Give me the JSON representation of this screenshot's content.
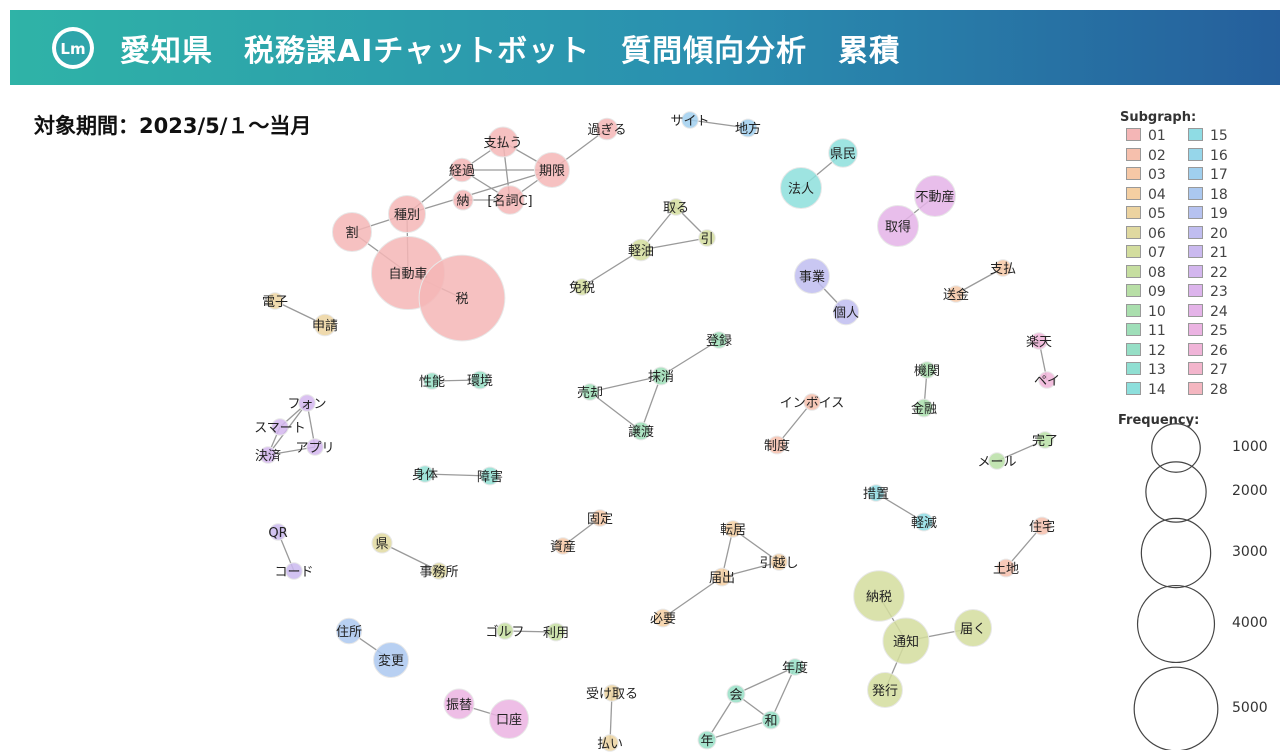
{
  "header": {
    "title": "愛知県　税務課AIチャットボット　質問傾向分析　累積",
    "logo_text": "Lm"
  },
  "period_label": "対象期間：2023/5/１～当月",
  "legend": {
    "subgraph_title": "Subgraph:",
    "subgraph_items": [
      {
        "id": "01",
        "color": "#f4b6b6"
      },
      {
        "id": "02",
        "color": "#f6c0ad"
      },
      {
        "id": "03",
        "color": "#f6c8a6"
      },
      {
        "id": "04",
        "color": "#f4cfa2"
      },
      {
        "id": "05",
        "color": "#ecd3a0"
      },
      {
        "id": "06",
        "color": "#e0d9a0"
      },
      {
        "id": "07",
        "color": "#d3dd9e"
      },
      {
        "id": "08",
        "color": "#c6dea0"
      },
      {
        "id": "09",
        "color": "#b8dfa6"
      },
      {
        "id": "10",
        "color": "#aadfae"
      },
      {
        "id": "11",
        "color": "#9fdfb9"
      },
      {
        "id": "12",
        "color": "#96dfc6"
      },
      {
        "id": "13",
        "color": "#90dfd2"
      },
      {
        "id": "14",
        "color": "#8ddfdc"
      },
      {
        "id": "15",
        "color": "#8fdce4"
      },
      {
        "id": "16",
        "color": "#96d6ea"
      },
      {
        "id": "17",
        "color": "#a0cfee"
      },
      {
        "id": "18",
        "color": "#abc8f0"
      },
      {
        "id": "19",
        "color": "#b6c2f0"
      },
      {
        "id": "20",
        "color": "#c0bdf0"
      },
      {
        "id": "21",
        "color": "#cab9ef"
      },
      {
        "id": "22",
        "color": "#d3b6ee"
      },
      {
        "id": "23",
        "color": "#dcb4ec"
      },
      {
        "id": "24",
        "color": "#e4b3e8"
      },
      {
        "id": "25",
        "color": "#ebb3e2"
      },
      {
        "id": "26",
        "color": "#f0b4d8"
      },
      {
        "id": "27",
        "color": "#f3b5cc"
      },
      {
        "id": "28",
        "color": "#f4b6c0"
      }
    ],
    "frequency_title": "Frequency:",
    "frequency_items": [
      1000,
      2000,
      3000,
      4000,
      5000
    ]
  },
  "nodes": [
    {
      "id": "n1",
      "label": "支払う",
      "freq": 400,
      "color": "#f4b6b6"
    },
    {
      "id": "n2",
      "label": "過ぎる",
      "freq": 150,
      "color": "#f4b6b6"
    },
    {
      "id": "n3",
      "label": "経過",
      "freq": 200,
      "color": "#f4b6b6"
    },
    {
      "id": "n4",
      "label": "期限",
      "freq": 600,
      "color": "#f4b6b6"
    },
    {
      "id": "n5",
      "label": "納",
      "freq": 120,
      "color": "#f4b6b6"
    },
    {
      "id": "n6",
      "label": "[名詞C]",
      "freq": 350,
      "color": "#f4b6b6"
    },
    {
      "id": "n7",
      "label": "種別",
      "freq": 700,
      "color": "#f4b6b6"
    },
    {
      "id": "n8",
      "label": "割",
      "freq": 800,
      "color": "#f4b6b6"
    },
    {
      "id": "n9",
      "label": "自動車",
      "freq": 3500,
      "color": "#f4b6b6"
    },
    {
      "id": "n10",
      "label": "税",
      "freq": 5000,
      "color": "#f4b6b6"
    },
    {
      "id": "n11",
      "label": "サイト",
      "freq": 60,
      "color": "#a0cfee"
    },
    {
      "id": "n12",
      "label": "地方",
      "freq": 80,
      "color": "#a0cfee"
    },
    {
      "id": "n13",
      "label": "県民",
      "freq": 350,
      "color": "#8ddfdc"
    },
    {
      "id": "n14",
      "label": "法人",
      "freq": 900,
      "color": "#8ddfdc"
    },
    {
      "id": "n15",
      "label": "不動産",
      "freq": 900,
      "color": "#e4b3e8"
    },
    {
      "id": "n16",
      "label": "取得",
      "freq": 900,
      "color": "#e4b3e8"
    },
    {
      "id": "n17",
      "label": "取る",
      "freq": 60,
      "color": "#d3dd9e"
    },
    {
      "id": "n18",
      "label": "引",
      "freq": 60,
      "color": "#d3dd9e"
    },
    {
      "id": "n19",
      "label": "軽油",
      "freq": 150,
      "color": "#d3dd9e"
    },
    {
      "id": "n20",
      "label": "免税",
      "freq": 60,
      "color": "#d3dd9e"
    },
    {
      "id": "n21",
      "label": "事業",
      "freq": 600,
      "color": "#c0bdf0"
    },
    {
      "id": "n22",
      "label": "個人",
      "freq": 250,
      "color": "#c0bdf0"
    },
    {
      "id": "n23",
      "label": "支払",
      "freq": 60,
      "color": "#f6c8a6"
    },
    {
      "id": "n24",
      "label": "送金",
      "freq": 60,
      "color": "#f6c8a6"
    },
    {
      "id": "n25",
      "label": "電子",
      "freq": 60,
      "color": "#ecd3a0"
    },
    {
      "id": "n26",
      "label": "申請",
      "freq": 150,
      "color": "#ecd3a0"
    },
    {
      "id": "n27",
      "label": "登録",
      "freq": 60,
      "color": "#9fdfb9"
    },
    {
      "id": "n28",
      "label": "抹消",
      "freq": 80,
      "color": "#9fdfb9"
    },
    {
      "id": "n29",
      "label": "売却",
      "freq": 60,
      "color": "#9fdfb9"
    },
    {
      "id": "n30",
      "label": "譲渡",
      "freq": 80,
      "color": "#9fdfb9"
    },
    {
      "id": "n31",
      "label": "楽天",
      "freq": 60,
      "color": "#f0b4d8"
    },
    {
      "id": "n32",
      "label": "ペイ",
      "freq": 60,
      "color": "#f0b4d8"
    },
    {
      "id": "n33",
      "label": "性能",
      "freq": 60,
      "color": "#96dfc6"
    },
    {
      "id": "n34",
      "label": "環境",
      "freq": 80,
      "color": "#96dfc6"
    },
    {
      "id": "n35",
      "label": "機関",
      "freq": 60,
      "color": "#aadfae"
    },
    {
      "id": "n36",
      "label": "金融",
      "freq": 80,
      "color": "#aadfae"
    },
    {
      "id": "n37",
      "label": "フォン",
      "freq": 60,
      "color": "#d3b6ee"
    },
    {
      "id": "n38",
      "label": "スマート",
      "freq": 60,
      "color": "#d3b6ee"
    },
    {
      "id": "n39",
      "label": "アプリ",
      "freq": 60,
      "color": "#d3b6ee"
    },
    {
      "id": "n40",
      "label": "決済",
      "freq": 60,
      "color": "#d3b6ee"
    },
    {
      "id": "n41",
      "label": "インボイス",
      "freq": 60,
      "color": "#f6c0ad"
    },
    {
      "id": "n42",
      "label": "制度",
      "freq": 80,
      "color": "#f6c0ad"
    },
    {
      "id": "n43",
      "label": "完了",
      "freq": 60,
      "color": "#b8dfa6"
    },
    {
      "id": "n44",
      "label": "メール",
      "freq": 60,
      "color": "#b8dfa6"
    },
    {
      "id": "n45",
      "label": "身体",
      "freq": 60,
      "color": "#90dfd2"
    },
    {
      "id": "n46",
      "label": "障害",
      "freq": 80,
      "color": "#90dfd2"
    },
    {
      "id": "n47",
      "label": "措置",
      "freq": 60,
      "color": "#8fdce4"
    },
    {
      "id": "n48",
      "label": "軽減",
      "freq": 80,
      "color": "#8fdce4"
    },
    {
      "id": "n49",
      "label": "QR",
      "freq": 60,
      "color": "#cab9ef"
    },
    {
      "id": "n50",
      "label": "コード",
      "freq": 60,
      "color": "#cab9ef"
    },
    {
      "id": "n51",
      "label": "県",
      "freq": 120,
      "color": "#e0d9a0"
    },
    {
      "id": "n52",
      "label": "事務所",
      "freq": 60,
      "color": "#e0d9a0"
    },
    {
      "id": "n53",
      "label": "固定",
      "freq": 60,
      "color": "#f6c8a6"
    },
    {
      "id": "n54",
      "label": "資産",
      "freq": 60,
      "color": "#f6c8a6"
    },
    {
      "id": "n55",
      "label": "転居",
      "freq": 60,
      "color": "#f4cfa2"
    },
    {
      "id": "n56",
      "label": "引越し",
      "freq": 60,
      "color": "#f4cfa2"
    },
    {
      "id": "n57",
      "label": "届出",
      "freq": 80,
      "color": "#f4cfa2"
    },
    {
      "id": "n58",
      "label": "必要",
      "freq": 80,
      "color": "#f4cfa2"
    },
    {
      "id": "n59",
      "label": "住宅",
      "freq": 80,
      "color": "#f6c0ad"
    },
    {
      "id": "n60",
      "label": "土地",
      "freq": 80,
      "color": "#f6c0ad"
    },
    {
      "id": "n61",
      "label": "納税",
      "freq": 1500,
      "color": "#d3dd9e"
    },
    {
      "id": "n62",
      "label": "通知",
      "freq": 1200,
      "color": "#d3dd9e"
    },
    {
      "id": "n63",
      "label": "届く",
      "freq": 700,
      "color": "#d3dd9e"
    },
    {
      "id": "n64",
      "label": "発行",
      "freq": 600,
      "color": "#d3dd9e"
    },
    {
      "id": "n65",
      "label": "住所",
      "freq": 250,
      "color": "#abc8f0"
    },
    {
      "id": "n66",
      "label": "変更",
      "freq": 600,
      "color": "#abc8f0"
    },
    {
      "id": "n67",
      "label": "ゴルフ",
      "freq": 60,
      "color": "#c6dea0"
    },
    {
      "id": "n68",
      "label": "利用",
      "freq": 80,
      "color": "#c6dea0"
    },
    {
      "id": "n69",
      "label": "年度",
      "freq": 60,
      "color": "#96dfc6"
    },
    {
      "id": "n70",
      "label": "会",
      "freq": 80,
      "color": "#96dfc6"
    },
    {
      "id": "n71",
      "label": "和",
      "freq": 80,
      "color": "#96dfc6"
    },
    {
      "id": "n72",
      "label": "年",
      "freq": 80,
      "color": "#96dfc6"
    },
    {
      "id": "n73",
      "label": "受け取る",
      "freq": 60,
      "color": "#ecd3a0"
    },
    {
      "id": "n74",
      "label": "払い",
      "freq": 60,
      "color": "#ecd3a0"
    },
    {
      "id": "n75",
      "label": "振替",
      "freq": 400,
      "color": "#ebb3e2"
    },
    {
      "id": "n76",
      "label": "口座",
      "freq": 800,
      "color": "#ebb3e2"
    }
  ],
  "edges": [
    [
      "n1",
      "n4"
    ],
    [
      "n1",
      "n6"
    ],
    [
      "n1",
      "n3"
    ],
    [
      "n2",
      "n4"
    ],
    [
      "n3",
      "n4"
    ],
    [
      "n3",
      "n7"
    ],
    [
      "n3",
      "n6"
    ],
    [
      "n4",
      "n6"
    ],
    [
      "n5",
      "n6"
    ],
    [
      "n4",
      "n7"
    ],
    [
      "n7",
      "n8"
    ],
    [
      "n7",
      "n9"
    ],
    [
      "n8",
      "n9"
    ],
    [
      "n9",
      "n10"
    ],
    [
      "n11",
      "n12"
    ],
    [
      "n13",
      "n14"
    ],
    [
      "n15",
      "n16"
    ],
    [
      "n17",
      "n18"
    ],
    [
      "n17",
      "n19"
    ],
    [
      "n18",
      "n19"
    ],
    [
      "n19",
      "n20"
    ],
    [
      "n21",
      "n22"
    ],
    [
      "n23",
      "n24"
    ],
    [
      "n25",
      "n26"
    ],
    [
      "n27",
      "n28"
    ],
    [
      "n28",
      "n29"
    ],
    [
      "n28",
      "n30"
    ],
    [
      "n29",
      "n30"
    ],
    [
      "n31",
      "n32"
    ],
    [
      "n33",
      "n34"
    ],
    [
      "n35",
      "n36"
    ],
    [
      "n37",
      "n38"
    ],
    [
      "n37",
      "n39"
    ],
    [
      "n37",
      "n40"
    ],
    [
      "n38",
      "n40"
    ],
    [
      "n39",
      "n40"
    ],
    [
      "n41",
      "n42"
    ],
    [
      "n43",
      "n44"
    ],
    [
      "n45",
      "n46"
    ],
    [
      "n47",
      "n48"
    ],
    [
      "n49",
      "n50"
    ],
    [
      "n51",
      "n52"
    ],
    [
      "n53",
      "n54"
    ],
    [
      "n55",
      "n56"
    ],
    [
      "n55",
      "n57"
    ],
    [
      "n56",
      "n57"
    ],
    [
      "n57",
      "n58"
    ],
    [
      "n59",
      "n60"
    ],
    [
      "n61",
      "n62"
    ],
    [
      "n62",
      "n63"
    ],
    [
      "n62",
      "n64"
    ],
    [
      "n65",
      "n66"
    ],
    [
      "n67",
      "n68"
    ],
    [
      "n69",
      "n70"
    ],
    [
      "n69",
      "n71"
    ],
    [
      "n70",
      "n71"
    ],
    [
      "n70",
      "n72"
    ],
    [
      "n71",
      "n72"
    ],
    [
      "n73",
      "n74"
    ],
    [
      "n75",
      "n76"
    ]
  ]
}
